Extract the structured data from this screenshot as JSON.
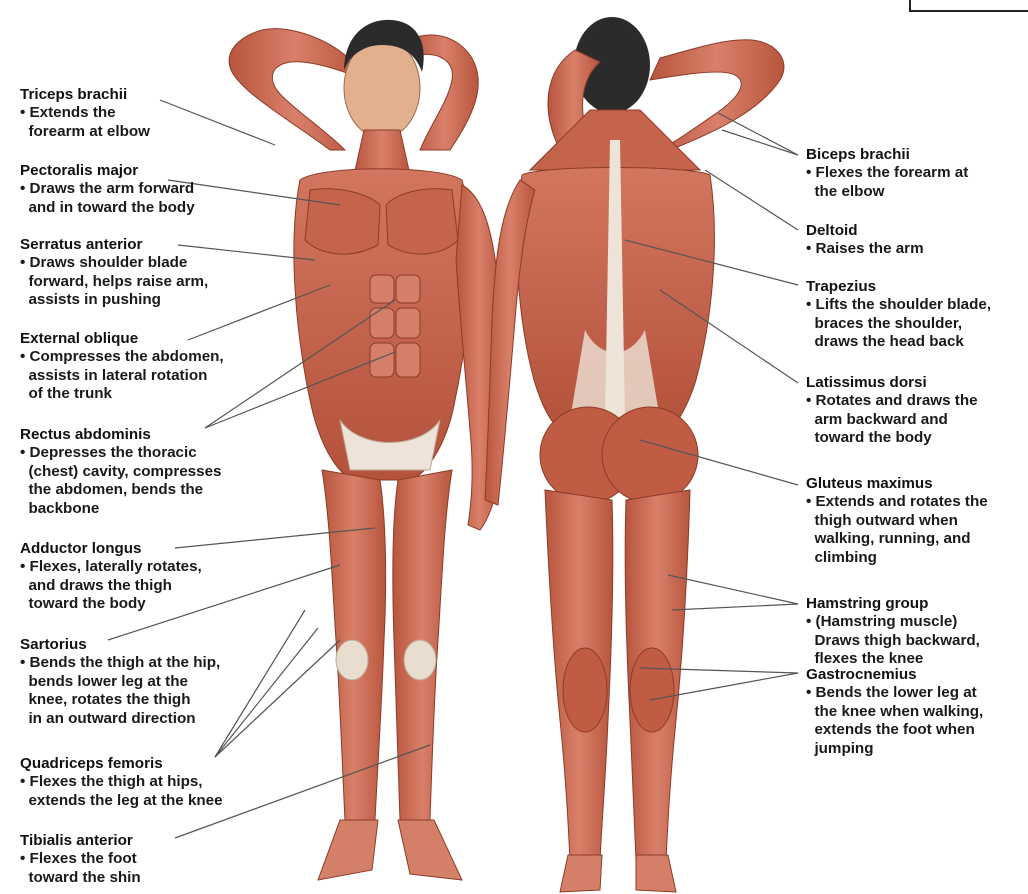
{
  "colors": {
    "text": "#111111",
    "muscle": "#c9684e",
    "muscle_dark": "#a84b35",
    "tendon": "#efe7dd",
    "skin": "#e8b999",
    "hair": "#2b2b2b",
    "leader": "#555555"
  },
  "left_labels": [
    {
      "name": "Triceps brachii",
      "desc": "• Extends the\n  forearm at elbow"
    },
    {
      "name": "Pectoralis major",
      "desc": "• Draws the arm forward\n  and in toward the body"
    },
    {
      "name": "Serratus anterior",
      "desc": "• Draws shoulder blade\n  forward, helps raise arm,\n  assists in pushing"
    },
    {
      "name": "External oblique",
      "desc": "• Compresses the abdomen,\n  assists in lateral rotation\n  of the trunk"
    },
    {
      "name": "Rectus abdominis",
      "desc": "• Depresses the thoracic\n  (chest) cavity, compresses\n  the abdomen, bends the\n  backbone"
    },
    {
      "name": "Adductor longus",
      "desc": "• Flexes, laterally rotates,\n  and draws the thigh\n  toward the body"
    },
    {
      "name": "Sartorius",
      "desc": "• Bends the thigh at the hip,\n  bends lower leg at the\n  knee, rotates the thigh\n  in an outward direction"
    },
    {
      "name": "Quadriceps femoris",
      "desc": "• Flexes the thigh at hips,\n  extends the leg at the knee"
    },
    {
      "name": "Tibialis anterior",
      "desc": "• Flexes the foot\n  toward the shin"
    }
  ],
  "right_labels": [
    {
      "name": "Biceps brachii",
      "desc": "• Flexes the forearm at\n  the elbow"
    },
    {
      "name": "Deltoid",
      "desc": "• Raises the arm"
    },
    {
      "name": "Trapezius",
      "desc": "• Lifts the shoulder blade,\n  braces the shoulder,\n  draws the head back"
    },
    {
      "name": "Latissimus dorsi",
      "desc": "• Rotates and draws the\n  arm backward and\n  toward the body"
    },
    {
      "name": "Gluteus maximus",
      "desc": "• Extends and rotates the\n  thigh outward when\n  walking, running, and\n  climbing"
    },
    {
      "name": "Hamstring group",
      "desc": "• (Hamstring muscle)\n  Draws thigh backward,\n  flexes the knee"
    },
    {
      "name": "Gastrocnemius",
      "desc": "• Bends the lower leg at\n  the knee when walking,\n  extends the foot when\n  jumping"
    }
  ]
}
